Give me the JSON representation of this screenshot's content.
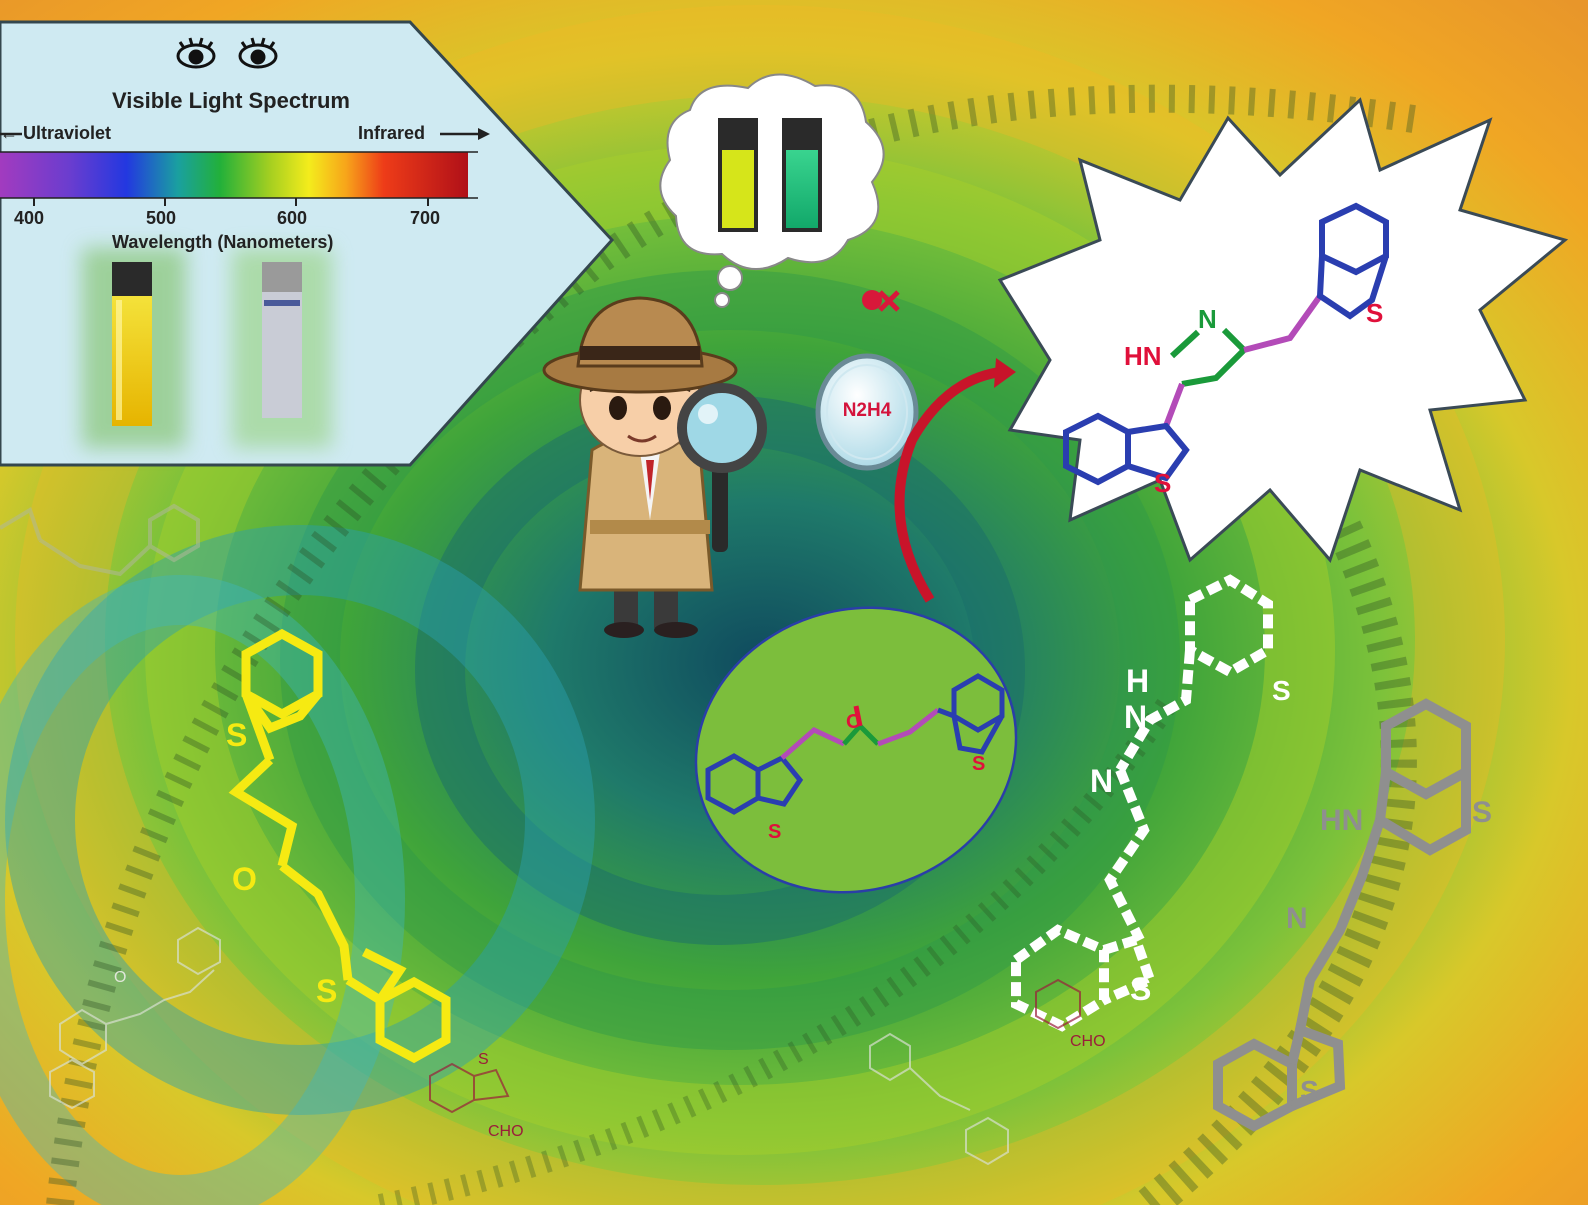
{
  "spectrum_panel": {
    "title": "Visible Light Spectrum",
    "left_label": "Ultraviolet",
    "right_label": "Infrared",
    "axis_label": "Wavelength (Nanometers)",
    "ticks": [
      "400",
      "500",
      "600",
      "700"
    ]
  },
  "reagent": {
    "label": "N2H4"
  },
  "pyrazoline_product": {
    "atom_labels": [
      "HN",
      "N",
      "S",
      "S"
    ]
  },
  "chalcone_ellipse": {
    "atom_labels": [
      "O",
      "S",
      "S"
    ]
  },
  "yellow_molecule": {
    "atom_labels": [
      "S",
      "O",
      "S"
    ]
  },
  "white_molecule": {
    "atom_labels": [
      "H",
      "N",
      "N",
      "S",
      "S"
    ]
  },
  "gray_molecule": {
    "atom_labels": [
      "HN",
      "N",
      "S",
      "S"
    ]
  },
  "faint_labels": {
    "cho_1": "CHO",
    "cho_2": "CHO",
    "s_small": "S",
    "o_small": "O"
  },
  "colors": {
    "pyrazoline_ring": "#1a9a3a",
    "benzothiophene": "#2a3eb0",
    "vinyl_link": "#b34bb8",
    "hetero_atoms": "#e0103a",
    "ellipse_fill": "#7cbe3c",
    "yellow_structure": "#f6ea12",
    "gray_structure": "#8f8f8f"
  }
}
